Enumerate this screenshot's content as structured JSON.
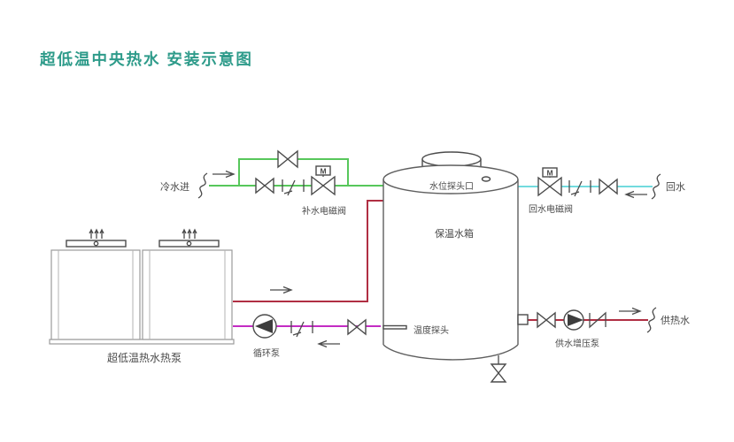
{
  "title": "超低温中央热水 安装示意图",
  "colors": {
    "title": "#2e9b8a",
    "cold": "#57c75b",
    "return": "#72dbde",
    "hot": "#b02f43",
    "circulation": "#c32cc3",
    "symbol": "#4b4b4b",
    "text": "#4a4a4a"
  },
  "labels": {
    "cold_in": "冷水进",
    "makeup_valve": "补水电磁阀",
    "water_level_port": "水位探头口",
    "tank": "保温水箱",
    "return_water": "回水",
    "return_valve": "回水电磁阀",
    "temp_probe": "温度探头",
    "heat_pump": "超低温热水热泵",
    "circ_pump": "循环泵",
    "booster_pump": "供水增压泵",
    "hot_supply": "供热水",
    "motor": "M"
  }
}
